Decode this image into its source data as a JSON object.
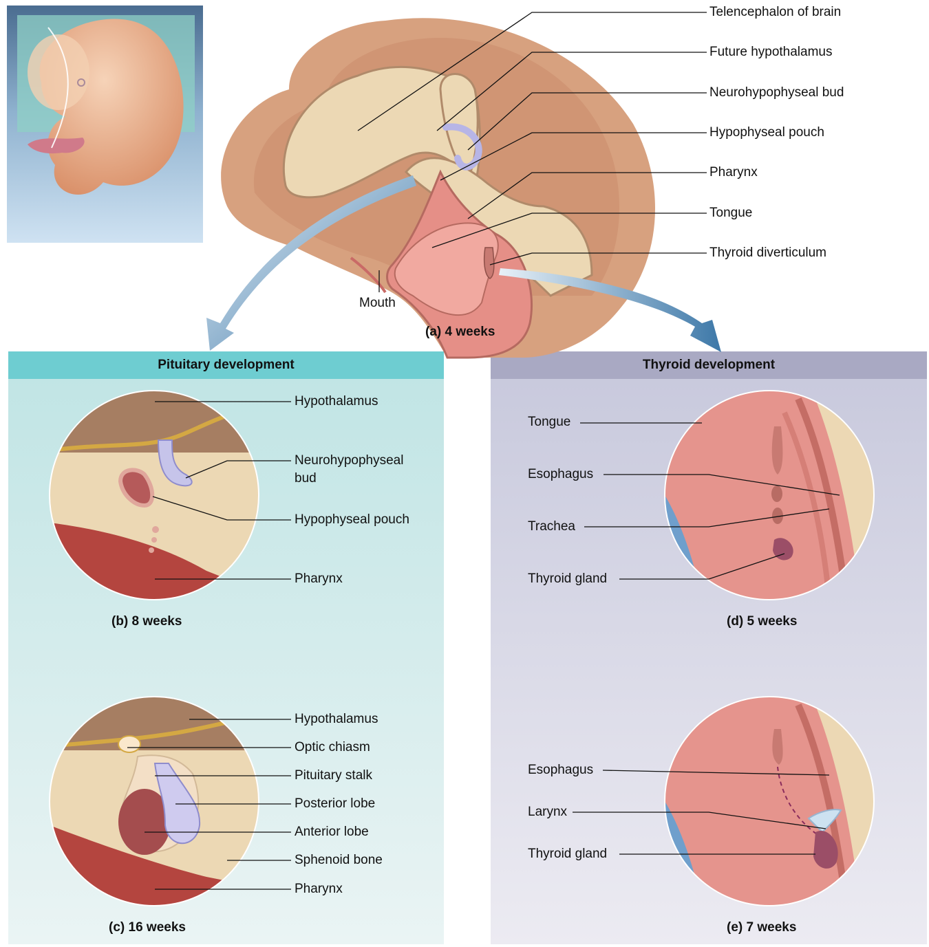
{
  "main_labels": {
    "telencephalon": "Telencephalon of brain",
    "future_hypothalamus": "Future hypothalamus",
    "neurohypophyseal_bud": "Neurohypophyseal bud",
    "hypophyseal_pouch": "Hypophyseal pouch",
    "pharynx": "Pharynx",
    "tongue": "Tongue",
    "thyroid_diverticulum": "Thyroid diverticulum",
    "mouth": "Mouth",
    "caption": "(a)  4 weeks"
  },
  "pituitary": {
    "header": "Pituitary development",
    "b": {
      "hypothalamus": "Hypothalamus",
      "neuro_line1": "Neurohypophyseal",
      "neuro_line2": "bud",
      "hypophyseal_pouch": "Hypophyseal pouch",
      "pharynx": "Pharynx",
      "caption": "(b)  8 weeks"
    },
    "c": {
      "hypothalamus": "Hypothalamus",
      "optic_chiasm": "Optic chiasm",
      "pituitary_stalk": "Pituitary stalk",
      "posterior_lobe": "Posterior lobe",
      "anterior_lobe": "Anterior lobe",
      "sphenoid_bone": "Sphenoid bone",
      "pharynx": "Pharynx",
      "caption": "(c)  16 weeks"
    }
  },
  "thyroid": {
    "header": "Thyroid development",
    "d": {
      "tongue": "Tongue",
      "esophagus": "Esophagus",
      "trachea": "Trachea",
      "thyroid_gland": "Thyroid gland",
      "caption": "(d)  5 weeks"
    },
    "e": {
      "esophagus": "Esophagus",
      "larynx": "Larynx",
      "thyroid_gland": "Thyroid gland",
      "caption": "(e)  7 weeks"
    }
  },
  "colors": {
    "pituitary_panel": "#d6ecec",
    "pituitary_header": "#6ecdd1",
    "thyroid_panel": "#dfe0ea",
    "thyroid_header": "#a9a9c3",
    "brain_tan": "#ecd8b4",
    "tissue_pink": "#e58f87",
    "pouch_lavender": "#b7b5e6",
    "arrow_blue": "#3d78a8"
  }
}
